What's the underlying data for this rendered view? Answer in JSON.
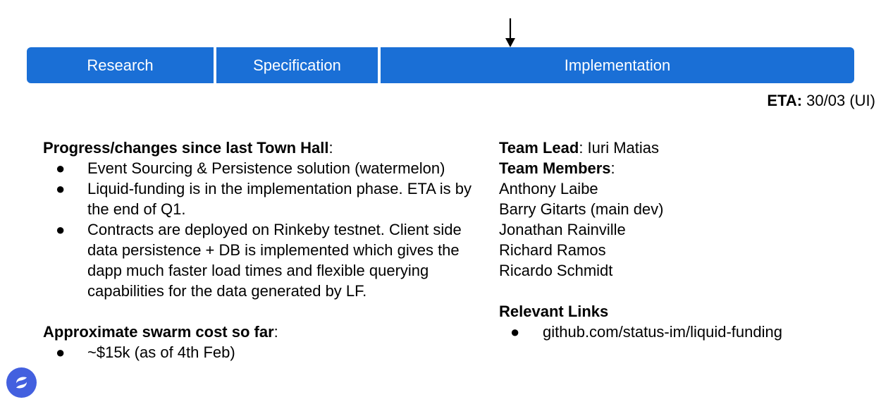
{
  "phases": {
    "research": "Research",
    "specification": "Specification",
    "implementation": "Implementation",
    "current": "Implementation"
  },
  "eta": {
    "label": "ETA:",
    "value": " 30/03 (UI)"
  },
  "progress": {
    "heading": "Progress/changes since last Town Hall",
    "heading_suffix": ":",
    "items": [
      "Event Sourcing & Persistence solution (watermelon)",
      "Liquid-funding is in the implementation phase. ETA is by the end of Q1.",
      "Contracts are deployed on Rinkeby testnet. Client side data persistence + DB is implemented which gives the dapp much faster load times and flexible querying capabilities for the data generated by LF."
    ]
  },
  "cost": {
    "heading": "Approximate swarm cost so far",
    "heading_suffix": ":",
    "items": [
      "~$15k (as of 4th Feb)"
    ]
  },
  "team": {
    "lead_label": "Team Lead",
    "lead_value": ": Iuri Matias",
    "members_label": "Team Members",
    "members_suffix": ":",
    "members": [
      "Anthony Laibe",
      "Barry Gitarts (main dev)",
      "Jonathan Rainville",
      "Richard Ramos",
      "Ricardo Schmidt"
    ]
  },
  "links": {
    "heading": "Relevant Links",
    "items": [
      "github.com/status-im/liquid-funding"
    ]
  },
  "bullet_glyph": "●",
  "colors": {
    "phase_blue": "#1a6fd6",
    "logo_blue": "#4360df"
  },
  "icons": {
    "arrow": "down-arrow-icon",
    "logo": "status-logo-icon"
  }
}
